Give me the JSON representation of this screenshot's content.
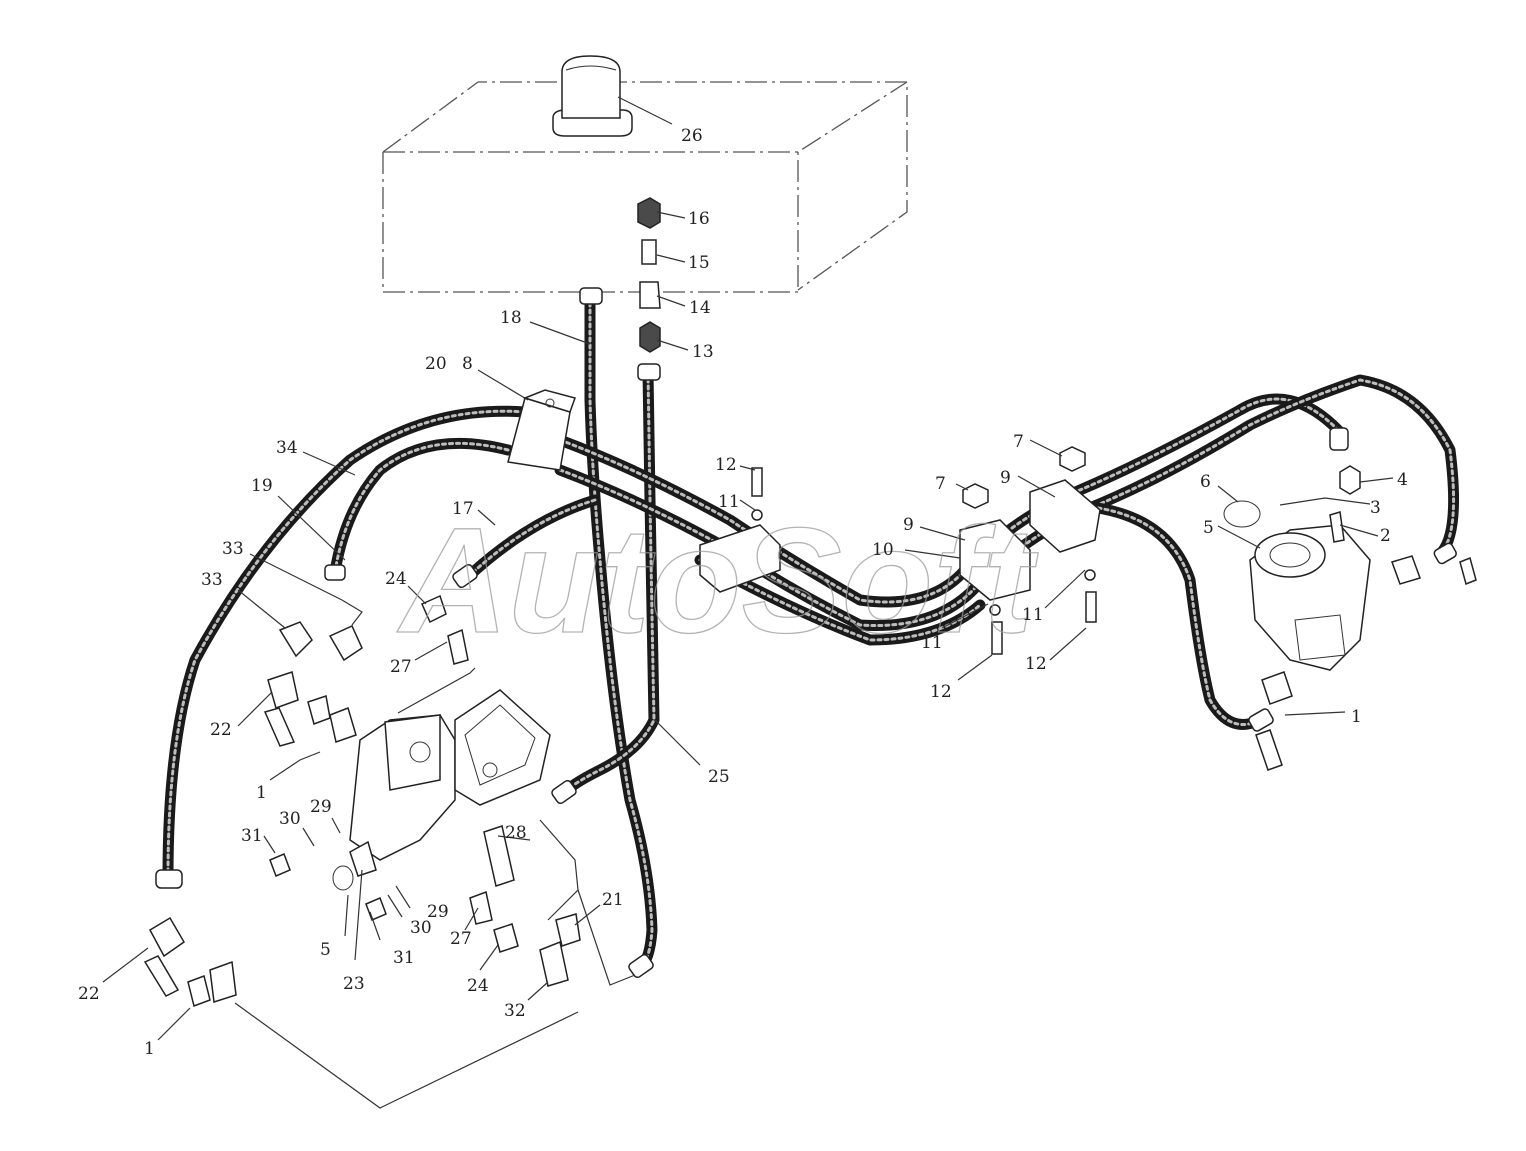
{
  "watermark": "AutoSoft",
  "callouts": [
    {
      "id": "c26",
      "text": "26"
    },
    {
      "id": "c16",
      "text": "16"
    },
    {
      "id": "c15",
      "text": "15"
    },
    {
      "id": "c14",
      "text": "14"
    },
    {
      "id": "c13",
      "text": "13"
    },
    {
      "id": "c18",
      "text": "18"
    },
    {
      "id": "c20",
      "text": "20"
    },
    {
      "id": "c8",
      "text": "8"
    },
    {
      "id": "c34",
      "text": "34"
    },
    {
      "id": "c19",
      "text": "19"
    },
    {
      "id": "c17",
      "text": "17"
    },
    {
      "id": "c33a",
      "text": "33"
    },
    {
      "id": "c33b",
      "text": "33"
    },
    {
      "id": "c24a",
      "text": "24"
    },
    {
      "id": "c27a",
      "text": "27"
    },
    {
      "id": "c22a",
      "text": "22"
    },
    {
      "id": "c1a",
      "text": "1"
    },
    {
      "id": "c31a",
      "text": "31"
    },
    {
      "id": "c30a",
      "text": "30"
    },
    {
      "id": "c29a",
      "text": "29"
    },
    {
      "id": "c5a",
      "text": "5"
    },
    {
      "id": "c23",
      "text": "23"
    },
    {
      "id": "c29b",
      "text": "29"
    },
    {
      "id": "c30b",
      "text": "30"
    },
    {
      "id": "c31b",
      "text": "31"
    },
    {
      "id": "c27b",
      "text": "27"
    },
    {
      "id": "c24b",
      "text": "24"
    },
    {
      "id": "c28",
      "text": "28"
    },
    {
      "id": "c21",
      "text": "21"
    },
    {
      "id": "c32",
      "text": "32"
    },
    {
      "id": "c25",
      "text": "25"
    },
    {
      "id": "c22b",
      "text": "22"
    },
    {
      "id": "c1b",
      "text": "1"
    },
    {
      "id": "c12a",
      "text": "12"
    },
    {
      "id": "c11a",
      "text": "11"
    },
    {
      "id": "c7a",
      "text": "7"
    },
    {
      "id": "c7b",
      "text": "7"
    },
    {
      "id": "c9a",
      "text": "9"
    },
    {
      "id": "c9b",
      "text": "9"
    },
    {
      "id": "c10",
      "text": "10"
    },
    {
      "id": "c11b",
      "text": "11"
    },
    {
      "id": "c11c",
      "text": "11"
    },
    {
      "id": "c12b",
      "text": "12"
    },
    {
      "id": "c12c",
      "text": "12"
    },
    {
      "id": "c6",
      "text": "6"
    },
    {
      "id": "c5b",
      "text": "5"
    },
    {
      "id": "c4",
      "text": "4"
    },
    {
      "id": "c3",
      "text": "3"
    },
    {
      "id": "c2",
      "text": "2"
    },
    {
      "id": "c1c",
      "text": "1"
    }
  ]
}
